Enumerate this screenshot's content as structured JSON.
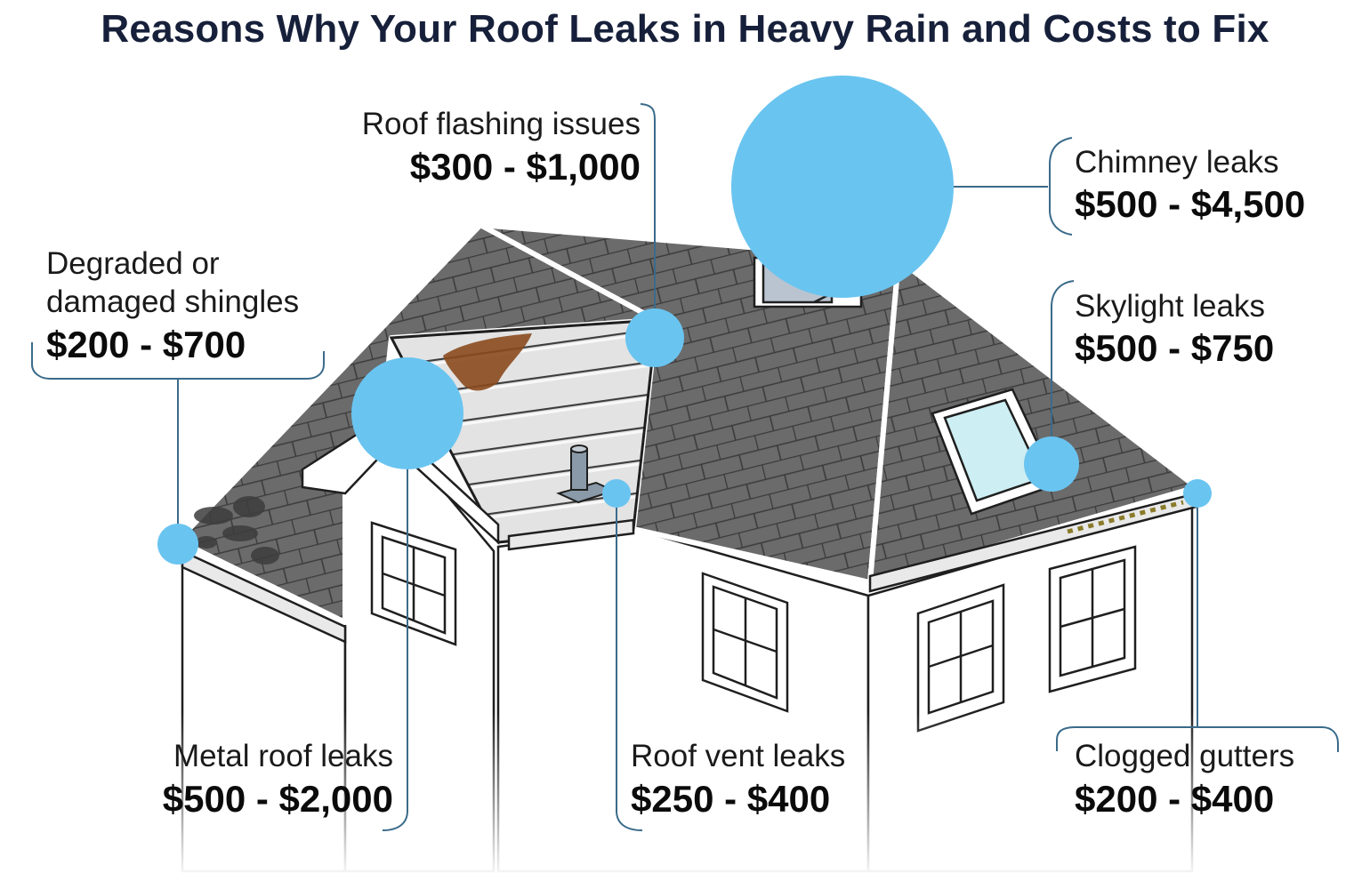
{
  "title": "Reasons Why Your Roof Leaks in Heavy Rain and Costs to Fix",
  "colors": {
    "marker": "#6ac4f0",
    "leader_line": "#3a6b8a",
    "title": "#17203a",
    "shingle": "#6b6b6b",
    "metal_roof": "#e2e2e2",
    "rust": "#8a4a1e",
    "skylight_glass": "#cdeef2"
  },
  "callouts": [
    {
      "id": "flashing",
      "label": "Roof flashing issues",
      "cost": "$300 - $1,000",
      "icon": "marker-dot"
    },
    {
      "id": "chimney",
      "label": "Chimney leaks",
      "cost": "$500 - $4,500",
      "icon": "marker-dot"
    },
    {
      "id": "shingles",
      "label_lines": [
        "Degraded or",
        "damaged shingles"
      ],
      "cost": "$200 - $700",
      "icon": "marker-dot"
    },
    {
      "id": "skylight",
      "label": "Skylight leaks",
      "cost": "$500 - $750",
      "icon": "marker-dot"
    },
    {
      "id": "metal",
      "label": "Metal roof leaks",
      "cost": "$500 - $2,000",
      "icon": "marker-dot"
    },
    {
      "id": "vent",
      "label": "Roof vent leaks",
      "cost": "$250 - $400",
      "icon": "marker-dot"
    },
    {
      "id": "gutters",
      "label": "Clogged gutters",
      "cost": "$200 - $400",
      "icon": "marker-dot"
    }
  ]
}
